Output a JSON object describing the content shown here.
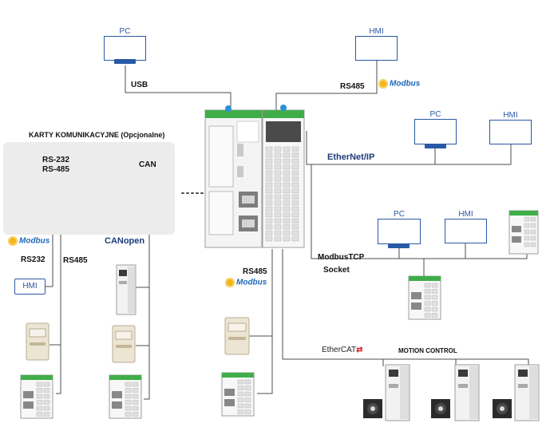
{
  "header_cards": "KARTY KOMUNIKACYJNE (Opcjonalne)",
  "nodes": {
    "pc_top": "PC",
    "hmi_top": "HMI",
    "pc_eip": "PC",
    "hmi_eip": "HMI",
    "pc_tcp": "PC",
    "hmi_tcp": "HMI",
    "hmi_card": "HMI"
  },
  "labels": {
    "usb": "USB",
    "rs485_top": "RS485",
    "card_serial_1": "RS-232",
    "card_serial_2": "RS-485",
    "card_can": "CAN",
    "ethernetip": "EtherNet/IP",
    "modbustcp": "ModbusTCP",
    "socket": "Socket",
    "rs232": "RS232",
    "rs485_card": "RS485",
    "rs485_mid": "RS485",
    "ethercat": "EtherCAT",
    "motion_control": "MOTION CONTROL"
  },
  "logos": {
    "modbus_1": "Modbus",
    "modbus_2": "Modbus",
    "modbus_3": "Modbus",
    "canopen": "CANopen"
  },
  "colors": {
    "wire": "#4d4d4d",
    "screen_border": "#2a59a6",
    "card_area": "#ececec",
    "module_green": "#3fae49",
    "modbus_blue": "#1f69b8",
    "modbus_gear": "#f3b51d",
    "ethercat_red": "#d2232a"
  },
  "icons": {
    "plc": "plc-controller-icon",
    "io": "io-module-icon",
    "drive": "drive-inverter-icon",
    "servo_drive": "servo-drive-icon",
    "servo_motor": "servo-motor-icon",
    "card": "comm-card-icon"
  }
}
